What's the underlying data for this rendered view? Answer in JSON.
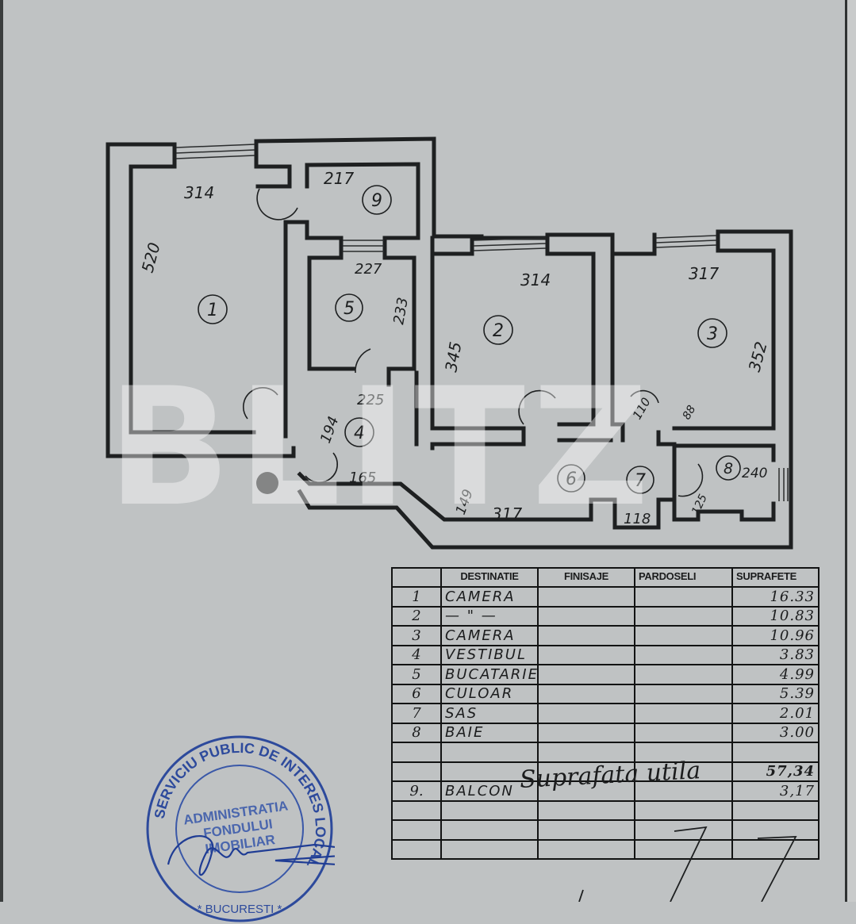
{
  "document": {
    "type": "floor-plan-sheet",
    "watermark": "BLITZ"
  },
  "floor_plan": {
    "rooms": [
      {
        "id": "1",
        "label": "1",
        "dim_width": "314",
        "dim_length": "520"
      },
      {
        "id": "2",
        "label": "2",
        "dim_width": "314",
        "dim_length": "345"
      },
      {
        "id": "3",
        "label": "3",
        "dim_width": "317",
        "dim_length": "352"
      },
      {
        "id": "4",
        "label": "4",
        "dim_a": "194",
        "dim_b": "225",
        "dim_c": "165"
      },
      {
        "id": "5",
        "label": "5",
        "dim_width": "227",
        "dim_length": "233"
      },
      {
        "id": "6",
        "label": "6",
        "dim_a": "149",
        "dim_b": "317"
      },
      {
        "id": "7",
        "label": "7",
        "dim_a": "110",
        "dim_b": "118"
      },
      {
        "id": "8",
        "label": "8",
        "dim_a": "240",
        "dim_b": "125",
        "dim_c": "88"
      },
      {
        "id": "9",
        "label": "9",
        "dim_width": "217"
      }
    ]
  },
  "legend_table": {
    "headers": [
      "",
      "DESTINATIE",
      "FINISAJE",
      "PARDOSELI",
      "SUPRAFETE"
    ],
    "rows": [
      {
        "nr": "1",
        "destinatie": "CAMERA",
        "finisaje": "",
        "pardoseli": "",
        "suprafete": "16.33"
      },
      {
        "nr": "2",
        "destinatie": "— \" —",
        "finisaje": "",
        "pardoseli": "",
        "suprafete": "10.83"
      },
      {
        "nr": "3",
        "destinatie": "CAMERA",
        "finisaje": "",
        "pardoseli": "",
        "suprafete": "10.96"
      },
      {
        "nr": "4",
        "destinatie": "VESTIBUL",
        "finisaje": "",
        "pardoseli": "",
        "suprafete": "3.83"
      },
      {
        "nr": "5",
        "destinatie": "BUCATARIE",
        "finisaje": "",
        "pardoseli": "",
        "suprafete": "4.99"
      },
      {
        "nr": "6",
        "destinatie": "CULOAR",
        "finisaje": "",
        "pardoseli": "",
        "suprafete": "5.39"
      },
      {
        "nr": "7",
        "destinatie": "SAS",
        "finisaje": "",
        "pardoseli": "",
        "suprafete": "2.01"
      },
      {
        "nr": "8",
        "destinatie": "BAIE",
        "finisaje": "",
        "pardoseli": "",
        "suprafete": "3.00"
      },
      {
        "nr": "",
        "destinatie": "",
        "finisaje": "",
        "pardoseli": "",
        "suprafete": ""
      },
      {
        "nr": "",
        "destinatie": "",
        "finisaje": "",
        "pardoseli": "",
        "suprafete": ""
      },
      {
        "nr": "9.",
        "destinatie": "BALCON",
        "finisaje": "",
        "pardoseli": "",
        "suprafete": "3,17"
      },
      {
        "nr": "",
        "destinatie": "",
        "finisaje": "",
        "pardoseli": "",
        "suprafete": ""
      },
      {
        "nr": "",
        "destinatie": "",
        "finisaje": "",
        "pardoseli": "",
        "suprafete": ""
      },
      {
        "nr": "",
        "destinatie": "",
        "finisaje": "",
        "pardoseli": "",
        "suprafete": ""
      }
    ],
    "total_label": "Suprafata utila",
    "total_value": "57,34"
  },
  "stamp": {
    "outer_text_top": "SERVICIU PUBLIC DE INTERES LOCAL",
    "outer_text_bottom": "* BUCURESTI *",
    "center_lines": [
      "ADMINISTRATIA",
      "FONDULUI",
      "IMOBILIAR"
    ],
    "color": "#2d4a9c"
  },
  "colors": {
    "paper": "#bfc2c3",
    "ink": "#1b1c1d",
    "stamp_blue": "#2d4a9c"
  }
}
